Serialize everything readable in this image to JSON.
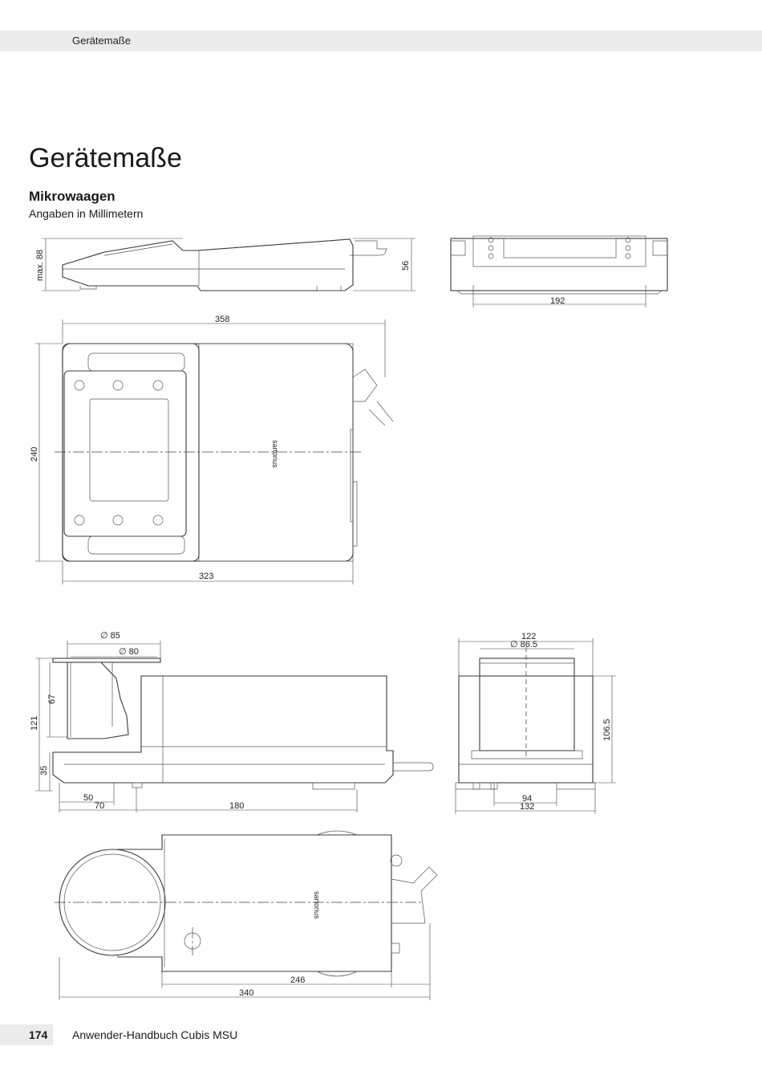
{
  "header": {
    "title": "Gerätemaße"
  },
  "page": {
    "title": "Gerätemaße",
    "section_title": "Mikrowaagen",
    "section_subtitle": "Angaben in Millimetern"
  },
  "dimensions": {
    "side_height": "max. 88",
    "side_rear_height": "56",
    "front_width": "192",
    "top_depth": "358",
    "top_width": "240",
    "top_base_depth": "323",
    "chamber_outer_dia": "∅ 85",
    "chamber_inner_dia": "∅ 80",
    "chamber_height": "67",
    "total_height": "121",
    "base_height": "35",
    "offset_50": "50",
    "offset_70": "70",
    "offset_180": "180",
    "rear_width_122": "122",
    "rear_dia_86": "∅ 86.5",
    "rear_height": "106.5",
    "foot_spacing_94": "94",
    "foot_spacing_132": "132",
    "bottom_246": "246",
    "bottom_340": "340"
  },
  "brand_mark": "sartorius",
  "footer": {
    "page_number": "174",
    "document_title": "Anwender-Handbuch Cubis MSU"
  }
}
